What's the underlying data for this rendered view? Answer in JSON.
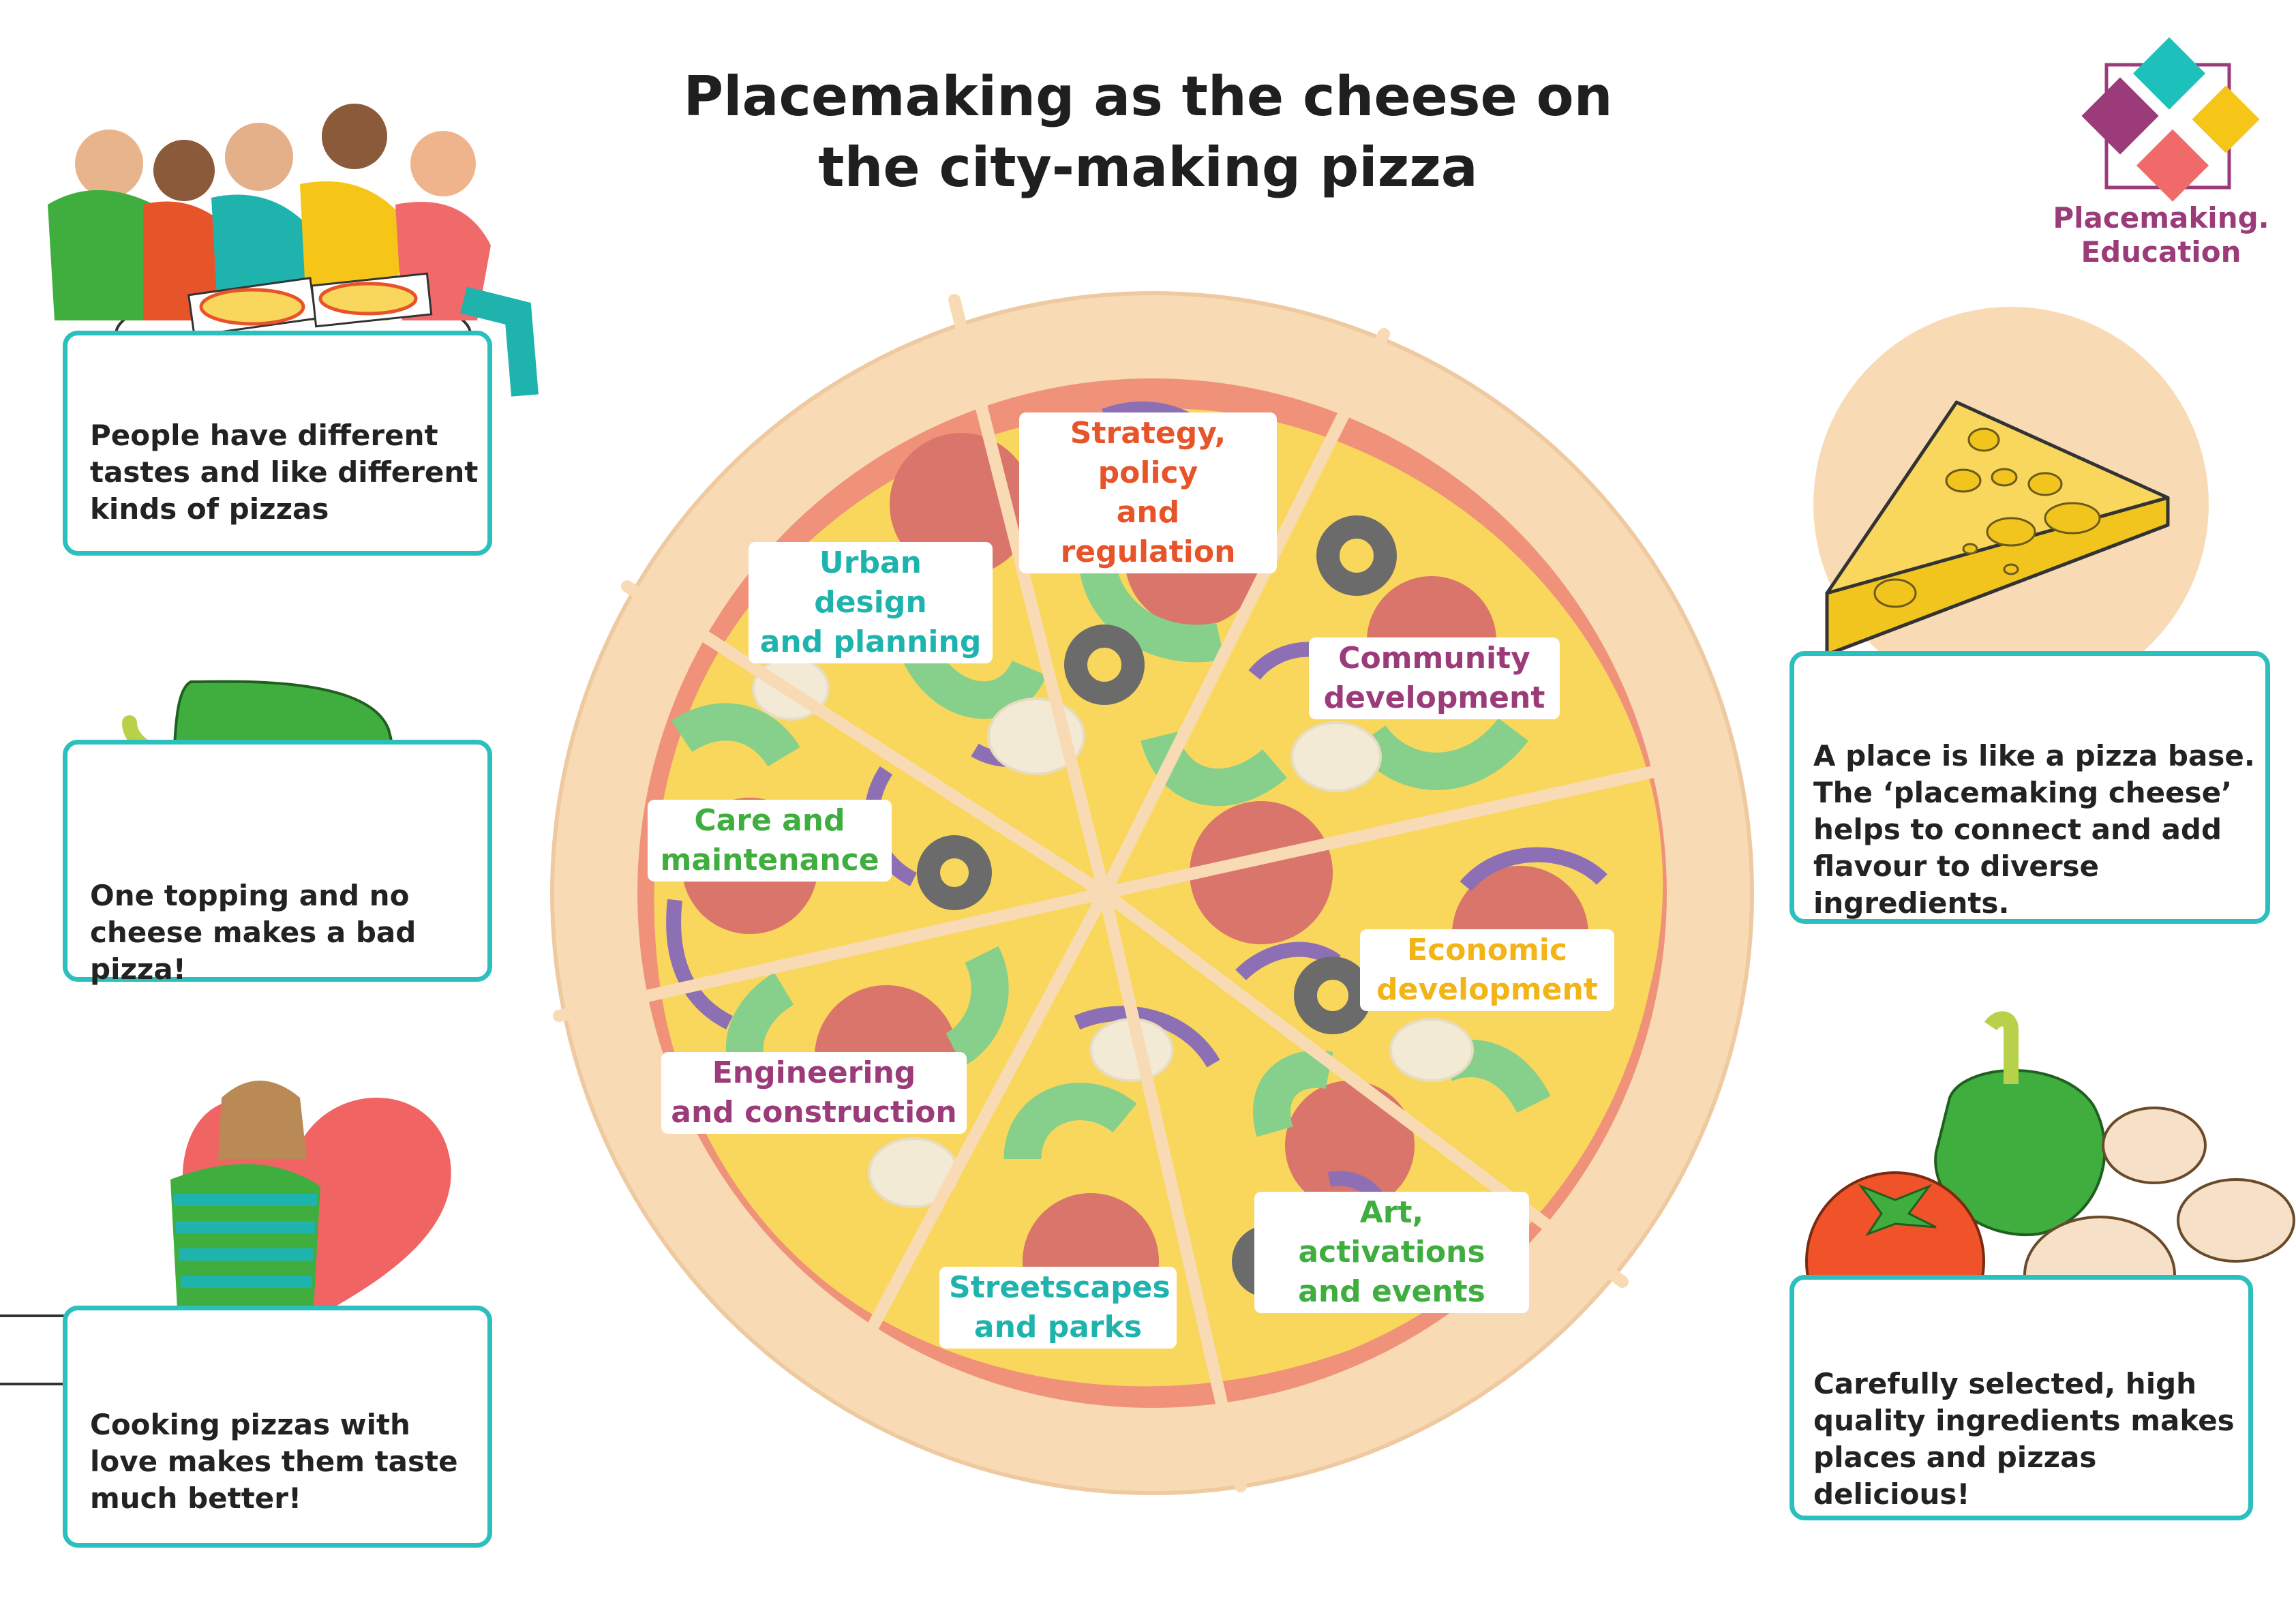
{
  "title": {
    "line1": "Placemaking as the cheese on",
    "line2": "the city-making pizza"
  },
  "logo": {
    "text_line1": "Placemaking.",
    "text_line2": "Education",
    "colors": [
      "#1ec0bc",
      "#9b3b7a",
      "#f5c518",
      "#f06a6a"
    ]
  },
  "cards": {
    "tastes": "People have different\ntastes and like different\nkinds of pizzas",
    "topping": "One topping and no\ncheese makes a bad pizza!",
    "cooking": "Cooking pizzas with\nlove makes them taste\nmuch better!",
    "base": "A place is like a pizza base.\nThe ‘placemaking cheese’\nhelps to connect and add\nflavour to diverse ingredients.",
    "ingredients": "Carefully selected, high\nquality ingredients makes\nplaces and pizzas delicious!"
  },
  "slices": {
    "strategy": {
      "text": "Strategy, policy\nand regulation",
      "color": "#e8542a"
    },
    "urban": {
      "text": "Urban design\nand planning",
      "color": "#1fb3ae"
    },
    "community": {
      "text": "Community\ndevelopment",
      "color": "#9b3b7a"
    },
    "care": {
      "text": "Care and\nmaintenance",
      "color": "#3fae3f"
    },
    "economic": {
      "text": "Economic\ndevelopment",
      "color": "#f2b416"
    },
    "engineering": {
      "text": "Engineering\nand construction",
      "color": "#9b3b7a"
    },
    "art": {
      "text": "Art, activations\nand events",
      "color": "#3fae3f"
    },
    "streetscapes": {
      "text": "Streetscapes\nand parks",
      "color": "#1fb3ae"
    }
  },
  "colors": {
    "card_border": "#2bbfbd",
    "crust": "#f8dbb4",
    "sauce": "#f0927a",
    "cheese": "#f9d75c",
    "pepperoni": "#d9756a",
    "pepper": "#86d08b",
    "onion": "#8d6fb5",
    "olive": "#6b6b6b",
    "mushroom": "#f3ead6",
    "heart": "#f06464"
  }
}
